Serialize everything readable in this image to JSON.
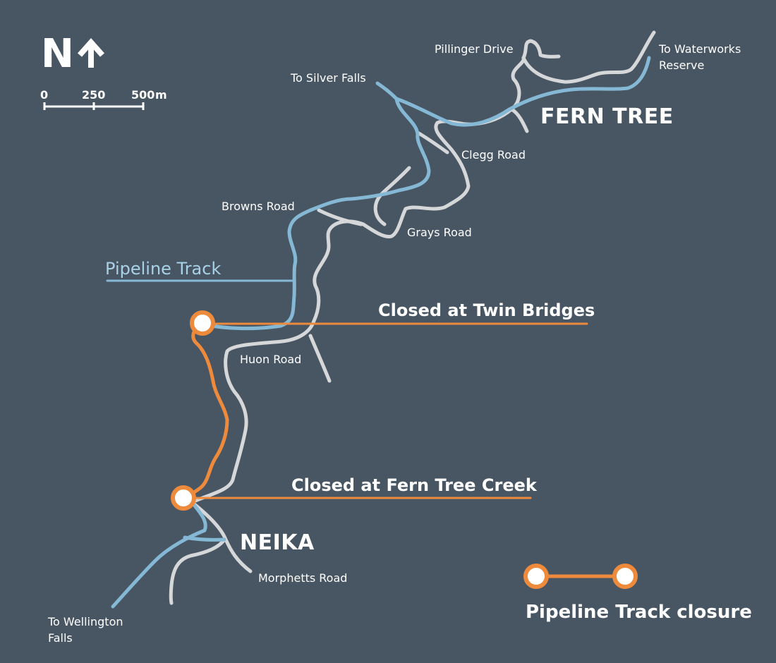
{
  "colors": {
    "background": "#485664",
    "road": "#d6d7d9",
    "pipeline_track": "#85b8d4",
    "closure": "#ed8a3b",
    "text": "#ffffff",
    "track_label": "#a9d1e5"
  },
  "north_arrow": {
    "letter": "N",
    "icon": "up-arrow-icon"
  },
  "scale_bar": {
    "labels": [
      "0",
      "250",
      "500"
    ],
    "unit": "m"
  },
  "places": {
    "fern_tree": "FERN TREE",
    "neika": "NEIKA"
  },
  "roads": {
    "pillinger_drive": "Pillinger Drive",
    "clegg_road": "Clegg Road",
    "browns_road": "Browns Road",
    "grays_road": "Grays Road",
    "huon_road": "Huon Road",
    "morphetts_road": "Morphetts Road"
  },
  "destinations": {
    "silver_falls": "To Silver Falls",
    "waterworks_line1": "To Waterworks",
    "waterworks_line2": "Reserve",
    "wellington_line1": "To Wellington",
    "wellington_line2": "Falls"
  },
  "track_label": "Pipeline Track",
  "closures": {
    "twin_bridges": "Closed at Twin Bridges",
    "fern_tree_creek": "Closed at Fern Tree Creek"
  },
  "legend": {
    "label": "Pipeline Track closure"
  }
}
